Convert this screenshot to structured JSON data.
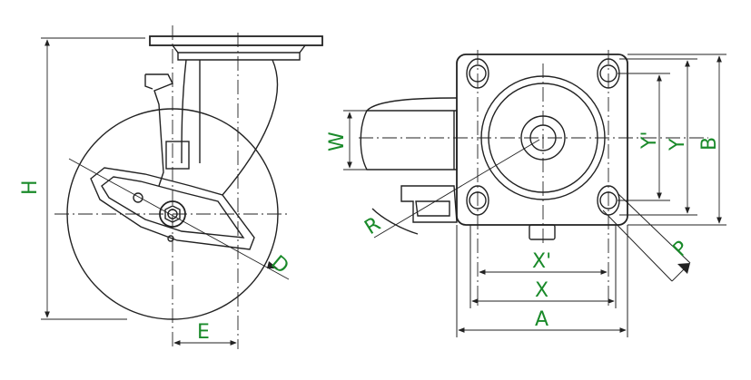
{
  "labels": {
    "H": "H",
    "E": "E",
    "D": "D",
    "W": "W",
    "R": "R",
    "A": "A",
    "X": "X",
    "X_prime": "X'",
    "Y": "Y",
    "Y_prime": "Y'",
    "B": "B",
    "P": "P"
  },
  "colors": {
    "label": "#1a8a2a",
    "line": "#222222",
    "background": "#ffffff"
  }
}
